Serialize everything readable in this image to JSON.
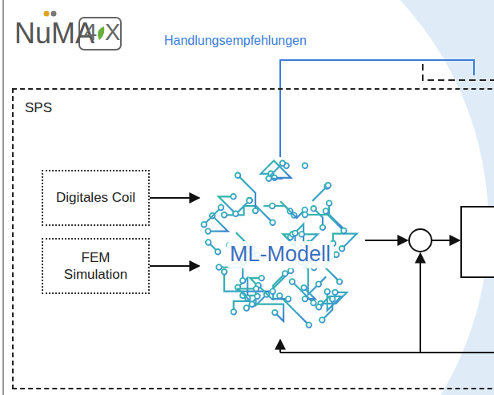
{
  "diagram": {
    "nodes": [
      {
        "text": [
          "SPS"
        ]
      },
      {
        "text": [
          "Digitales Coil"
        ],
        "in": 0
      },
      {
        "text": [
          "FEM Simulation"
        ],
        "in": 0
      },
      {
        "text": [
          "ML-Modell"
        ],
        "in": 0
      }
    ],
    "edges": [
      {
        "from": 1,
        "to": 3,
        "arrow": "to"
      },
      {
        "from": 2,
        "to": 3,
        "arrow": "to"
      }
    ],
    "labels": [
      "NuMA",
      "4",
      "X",
      "Handlungsempfehlungen"
    ]
  }
}
